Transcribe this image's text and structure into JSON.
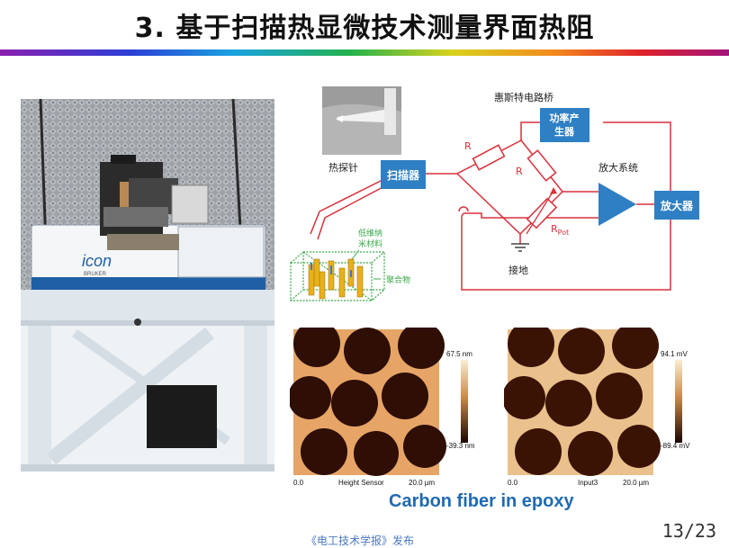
{
  "slide": {
    "title": "3. 基于扫描热显微技术测量界面热阻",
    "caption": "Carbon fiber in epoxy",
    "footer": "《电工技术学报》发布",
    "page_number": "13/23"
  },
  "photo": {
    "brand_text": "icon",
    "brand_sub": "BRUKER"
  },
  "diagram": {
    "bridge_title": "惠斯特电路桥",
    "power_generator_line1": "功率产",
    "power_generator_line2": "生器",
    "probe_label": "热探针",
    "scanner_label": "扫描器",
    "amplifier_system_label": "放大系统",
    "amplifier_label": "放大器",
    "resistor_label_1": "R",
    "resistor_label_2": "R",
    "resistor_label_3": "R",
    "rpot_label": "R",
    "rpot_sub": "Pot",
    "ground_label": "接地",
    "nano_label_line1": "低维纳",
    "nano_label_line2": "米材料",
    "polymer_label": "聚合物"
  },
  "afm_left": {
    "scale_max": "67.5 nm",
    "scale_min": "-39.3 nm",
    "axis_start": "0.0",
    "channel": "Height Sensor",
    "axis_end": "20.0 µm"
  },
  "afm_right": {
    "scale_max": "94.1 mV",
    "scale_min": "-89.4 mV",
    "axis_start": "0.0",
    "channel": "Input3",
    "axis_end": "20.0 µm"
  },
  "colors": {
    "diagram_red": "#d9303a",
    "box_blue": "#2f7fc4",
    "caption_blue": "#1f6ab3",
    "afm_dark": "#2a0c04",
    "afm_light": "#e6a566"
  }
}
